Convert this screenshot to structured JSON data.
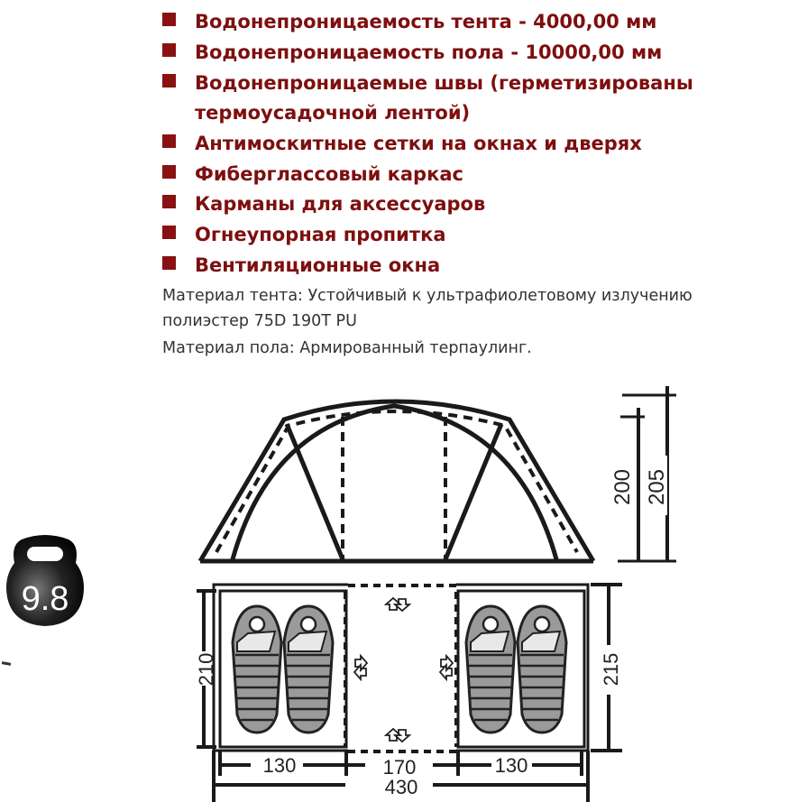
{
  "features": [
    "Водонепроницаемость тента - 4000,00 мм",
    "Водонепроницаемость пола - 10000,00 мм",
    "Водонепроницаемые швы (герметизированы термоусадочной лентой)",
    "Антимоскитные сетки на окнах и дверях",
    "Фиберглассовый каркас",
    "Карманы для аксессуаров",
    "Огнеупорная пропитка",
    "Вентиляционные окна"
  ],
  "materials": {
    "tent_line1": "Материал тента: Устойчивый к ультрафиолетовому  излучению",
    "tent_line2": "полиэстер 75D 190T PU",
    "floor": "Материал пола: Армированный терпаулинг."
  },
  "weight_badge": "9.8",
  "dimensions": {
    "height_inner": "200",
    "height_outer": "205",
    "depth_inner": "210",
    "depth_outer": "215",
    "room_left_width": "130",
    "vestibule_width": "170",
    "room_right_width": "130",
    "total_length": "430"
  },
  "colors": {
    "accent": "#8a1111",
    "text_accent": "#7d0f0f"
  }
}
